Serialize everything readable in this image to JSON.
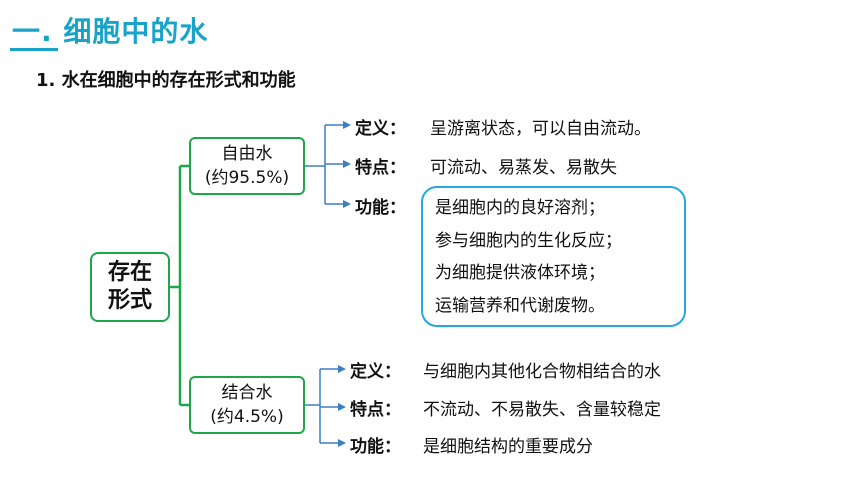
{
  "heading": "一. 细胞中的水",
  "section": "1. 水在细胞中的存在形式和功能",
  "root": {
    "line1": "存在",
    "line2": "形式"
  },
  "free_water": {
    "name": "自由水",
    "percent": "(约95.5%)",
    "definition_label": "定义：",
    "definition": "呈游离状态，可以自由流动。",
    "feature_label": "特点：",
    "feature": "可流动、易蒸发、易散失",
    "function_label": "功能：",
    "functions": [
      "是细胞内的良好溶剂；",
      "参与细胞内的生化反应；",
      "为细胞提供液体环境；",
      "运输营养和代谢废物。"
    ]
  },
  "bound_water": {
    "name": "结合水",
    "percent": "(约4.5%)",
    "definition_label": "定义：",
    "definition": "与细胞内其他化合物相结合的水",
    "feature_label": "特点：",
    "feature": "不流动、不易散失、含量较稳定",
    "function_label": "功能：",
    "function": "是细胞结构的重要成分"
  },
  "colors": {
    "heading": "#1aa3c8",
    "green": "#1ea64a",
    "blue": "#3a7fc4",
    "cyan_border": "#26a8dc"
  }
}
